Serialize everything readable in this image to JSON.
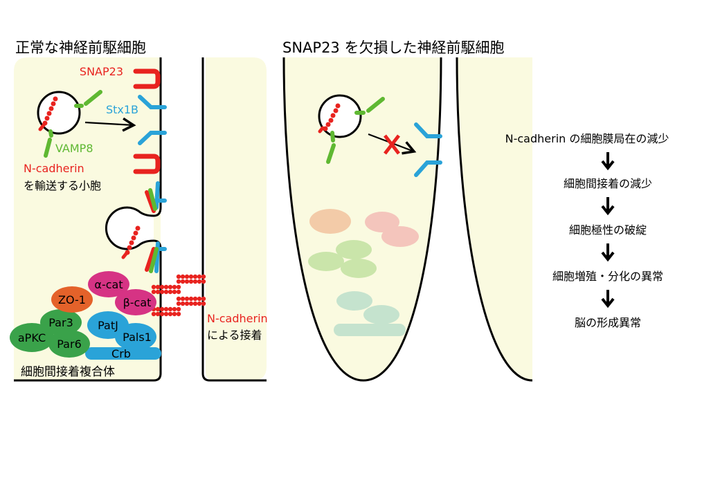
{
  "titles": {
    "normal": "正常な神経前駆細胞",
    "knockout": "SNAP23 を欠損した神経前駆細胞"
  },
  "labels": {
    "snap23": "SNAP23",
    "stx1b": "Stx1B",
    "vamp8": "VAMP8",
    "ncadherin_vesicle_1": "N-cadherin",
    "ncadherin_vesicle_2": "を輸送する小胞",
    "ncadherin_adhesion_1": "N-cadherin",
    "ncadherin_adhesion_2": "による接着",
    "junction_complex": "細胞間接着複合体"
  },
  "proteins": {
    "alpha_cat": "α-cat",
    "beta_cat": "β-cat",
    "zo1": "ZO-1",
    "par3": "Par3",
    "apkc": "aPKC",
    "par6": "Par6",
    "patj": "PatJ",
    "pals1": "Pals1",
    "crb": "Crb"
  },
  "consequences": [
    "N-cadherin の細胞膜局在の減少",
    "細胞間接着の減少",
    "細胞極性の破綻",
    "細胞増殖・分化の異常",
    "脳の形成異常"
  ],
  "colors": {
    "cell": "#fafae0",
    "red": "#e8231f",
    "blue": "#2aa3d8",
    "green": "#5fb832",
    "magenta": "#d63384",
    "orange": "#e4622a",
    "darkgreen": "#3aa24a"
  }
}
